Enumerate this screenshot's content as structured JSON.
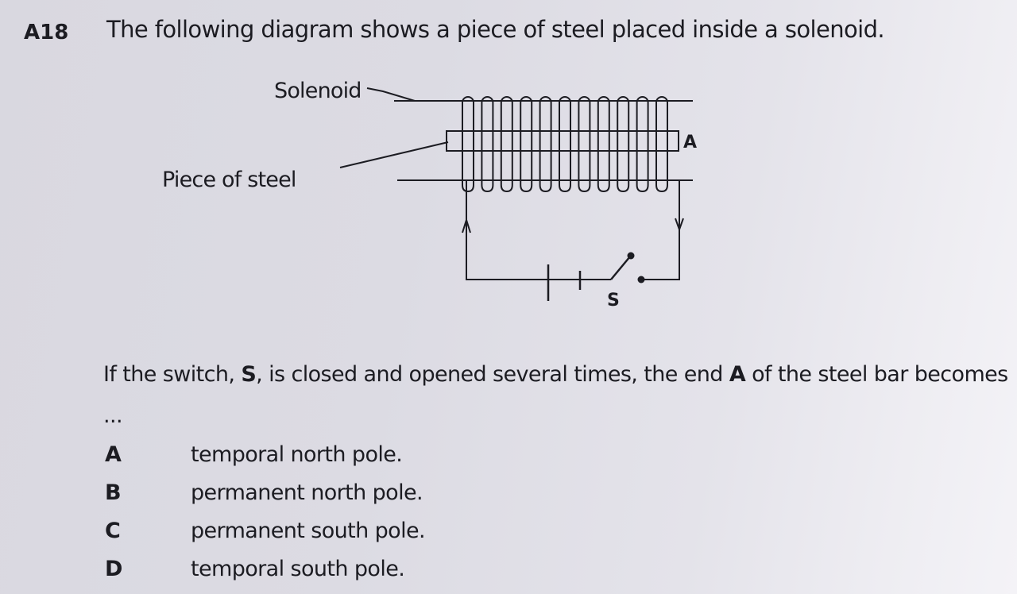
{
  "question": {
    "number": "A18",
    "stem": "The following diagram shows a piece of steel placed inside a solenoid.",
    "body_parts": [
      "If the switch, ",
      "S",
      ", is closed and opened several times, the end ",
      "A",
      " of the steel bar becomes ..."
    ]
  },
  "diagram": {
    "solenoid_label": "Solenoid",
    "steel_label": "Piece of steel",
    "end_label": "A",
    "switch_label": "S"
  },
  "options": [
    {
      "letter": "A",
      "text": "temporal north pole."
    },
    {
      "letter": "B",
      "text": "permanent north pole."
    },
    {
      "letter": "C",
      "text": "permanent south pole."
    },
    {
      "letter": "D",
      "text": "temporal south pole."
    }
  ]
}
